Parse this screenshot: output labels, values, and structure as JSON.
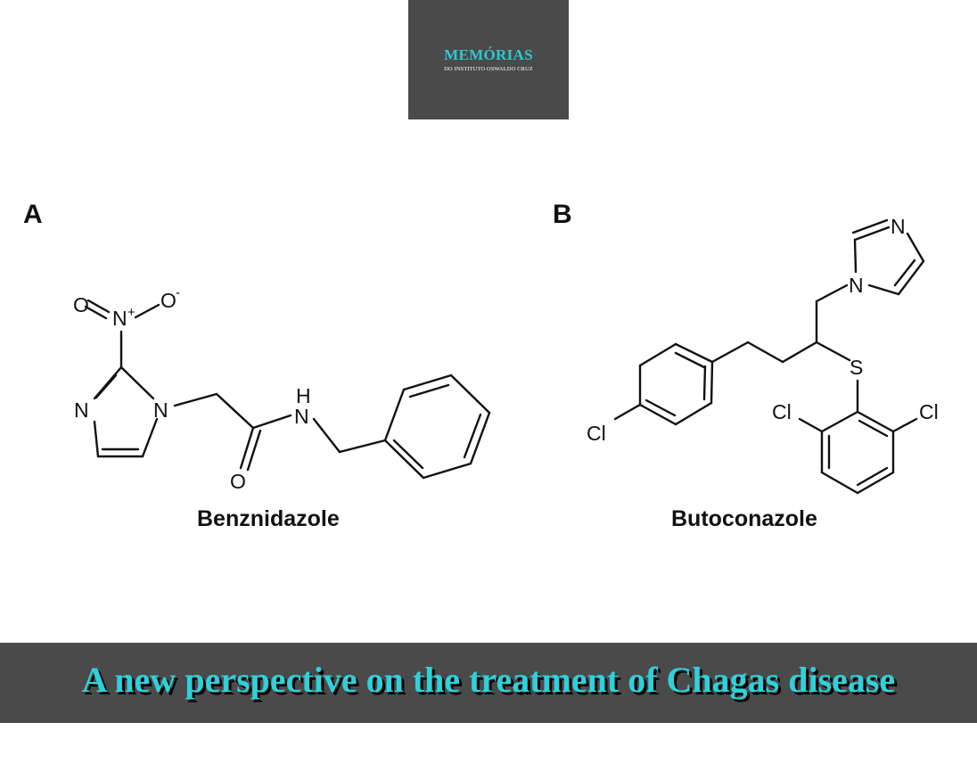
{
  "logo": {
    "title": "MEMÓRIAS",
    "subtitle": "DO INSTITUTO OSWALDO CRUZ"
  },
  "panels": [
    {
      "label": "A",
      "compound": "Benznidazole"
    },
    {
      "label": "B",
      "compound": "Butoconazole"
    }
  ],
  "atoms": {
    "benznidazole": {
      "o1": "O",
      "n_plus": "N",
      "plus": "+",
      "o2": "O",
      "minus": "-",
      "n_ring1": "N",
      "n_ring2": "N",
      "h": "H",
      "n_amide": "N",
      "o_carbonyl": "O"
    },
    "butoconazole": {
      "n_top": "N",
      "n_ring": "N",
      "s": "S",
      "cl_left": "Cl",
      "cl_mid": "Cl",
      "cl_right": "Cl"
    }
  },
  "banner": {
    "text": "A new perspective on the treatment of Chagas disease"
  },
  "colors": {
    "accent": "#2fd0da",
    "dark_box": "#4a4a4a"
  }
}
